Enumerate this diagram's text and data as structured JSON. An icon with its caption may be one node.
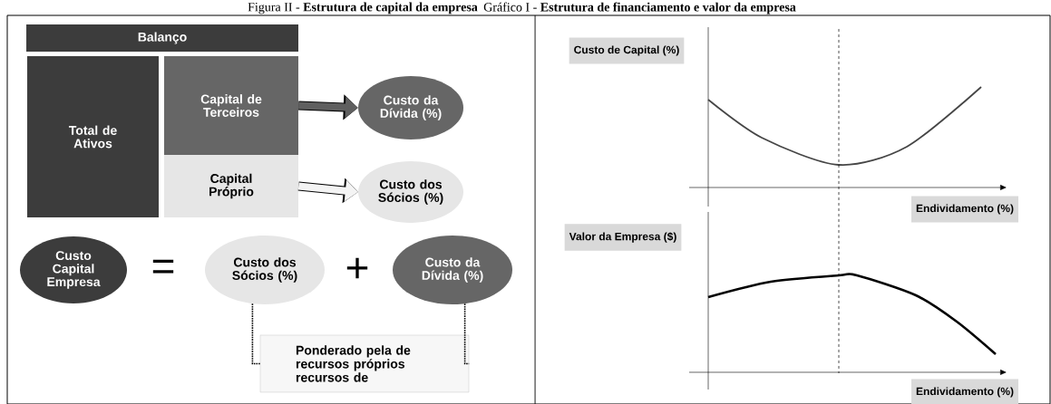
{
  "diagram": {
    "nodes": [
      {
        "text": [
          "Balanço"
        ]
      },
      {
        "text": [
          "Total de Ativos"
        ]
      },
      {
        "text": [
          "Capital de Terceiros"
        ]
      },
      {
        "text": [
          "Capital Próprio"
        ]
      },
      {
        "text": [
          "Custo da Dívida (%)"
        ]
      },
      {
        "text": [
          "Custo dos Sócios (%)"
        ]
      },
      {
        "text": [
          "Custo Capital Empresa"
        ]
      },
      {
        "text": [
          "Custo dos Sócios (%)"
        ]
      },
      {
        "text": [
          "Custo da Dívida (%)"
        ]
      },
      {
        "text": [
          "Ponderado pela de recursos próprios recursos de"
        ]
      }
    ],
    "edges": [
      {
        "from": 2,
        "to": 4,
        "arrow": "to",
        "style": "thick",
        "color": "#5f5f5f"
      },
      {
        "from": 3,
        "to": 5,
        "arrow": "to",
        "style": "thick",
        "color": "#f4f4f4"
      },
      {
        "from": 7,
        "to": 9,
        "arrow": "none",
        "style": "dashed"
      },
      {
        "from": 8,
        "to": 9,
        "arrow": "none",
        "style": "dashed"
      }
    ],
    "labels": [
      "Figura II - **Estrutura de capital da empresa**",
      "Gráfico I - **Estrutura de financiamento e valor da empresa**",
      "=",
      "+",
      "Custo de Capital (%)",
      "Endividamento (%)",
      "Valor da Empresa ($)",
      "Endividamento (%)"
    ]
  }
}
